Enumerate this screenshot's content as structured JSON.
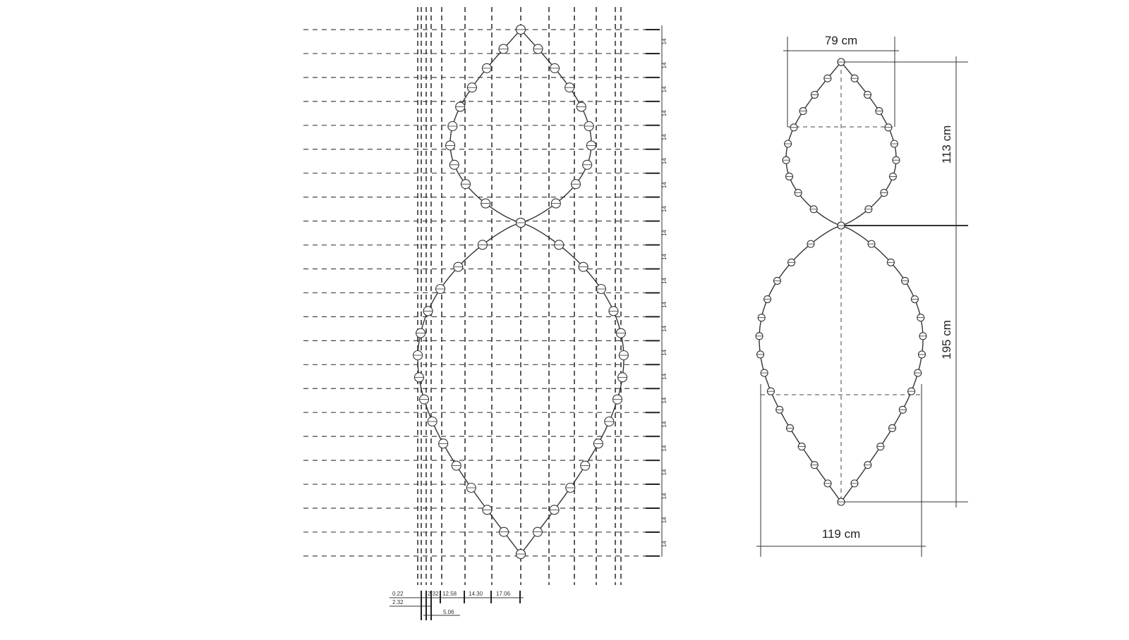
{
  "left_drawing": {
    "row_spacing_label": "14",
    "bottom_dimensions": [
      "0.22",
      "2.32",
      "2.32",
      "12.58",
      "14.30",
      "17.06",
      "5.06"
    ]
  },
  "right_drawing": {
    "top_width": "79 cm",
    "upper_height": "113 cm",
    "lower_height": "195 cm",
    "bottom_width": "119 cm"
  }
}
